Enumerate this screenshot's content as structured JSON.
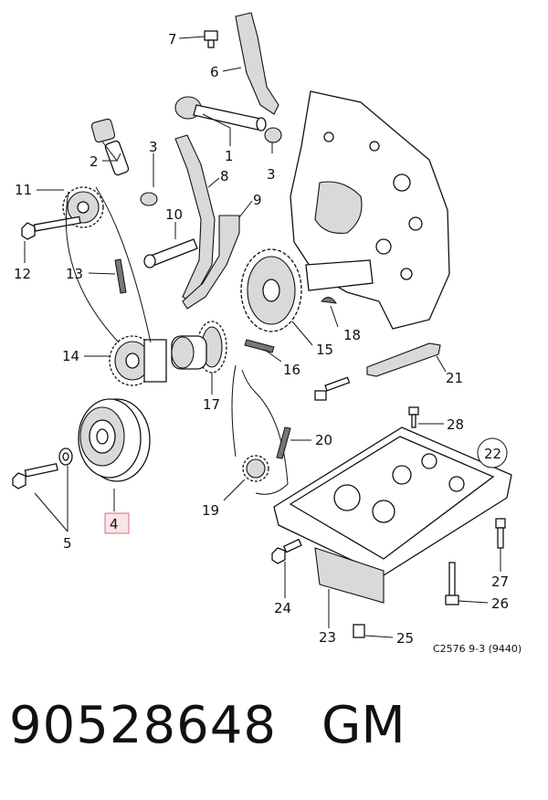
{
  "callouts": {
    "c1": "1",
    "c2": "2",
    "c3a": "3",
    "c3b": "3",
    "c4": "4",
    "c5": "5",
    "c6": "6",
    "c7": "7",
    "c8": "8",
    "c9": "9",
    "c10": "10",
    "c11": "11",
    "c12": "12",
    "c13": "13",
    "c14": "14",
    "c15": "15",
    "c16": "16",
    "c17": "17",
    "c18": "18",
    "c19": "19",
    "c20": "20",
    "c21": "21",
    "c22": "22",
    "c23": "23",
    "c24": "24",
    "c25": "25",
    "c26": "26",
    "c27": "27",
    "c28": "28"
  },
  "reference": "C2576 9-3 (9440)",
  "highlight_color": "#e8a0a8",
  "footer": {
    "part_number": "90528648",
    "maker": "GM"
  }
}
